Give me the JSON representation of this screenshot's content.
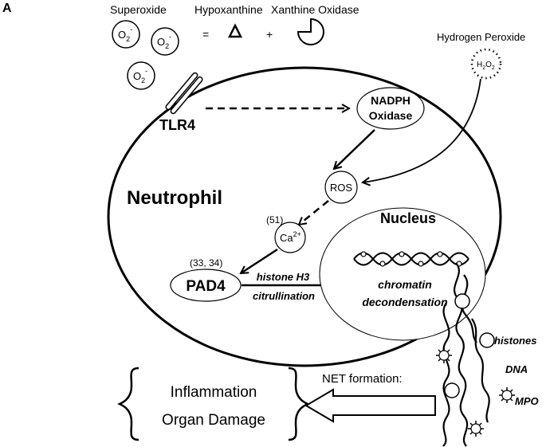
{
  "panel_label": "A",
  "legend": {
    "superoxide": "Superoxide",
    "hypoxanthine": "Hypoxanthine",
    "xanthine_oxidase": "Xanthine Oxidase",
    "equals": "=",
    "plus": "+",
    "hydrogen_peroxide": "Hydrogen Peroxide"
  },
  "molecules": {
    "o2": "O",
    "o2_sub": "2",
    "o2_sup": "-",
    "h2o2": "H",
    "h2o2_sub1": "2",
    "h2o2_mid": "O",
    "h2o2_sub2": "2"
  },
  "cell": {
    "label": "Neutrophil",
    "receptor": "TLR4",
    "nadph_line1": "NADPH",
    "nadph_line2": "Oxidase",
    "ros": "ROS",
    "ca": "Ca",
    "ca_sup": "2+",
    "ref_51": "(51)",
    "ref_33_34": "(33, 34)",
    "pad4": "PAD4",
    "histone_line1": "histone H3",
    "histone_line2": "citrullination",
    "nucleus": "Nucleus",
    "chromatin_line1": "chromatin",
    "chromatin_line2": "decondensation"
  },
  "net": {
    "label": "NET formation:",
    "histones": "histones",
    "dna": "DNA",
    "mpo": "MPO"
  },
  "outcomes": {
    "line1": "Inflammation",
    "line2": "Organ Damage"
  }
}
